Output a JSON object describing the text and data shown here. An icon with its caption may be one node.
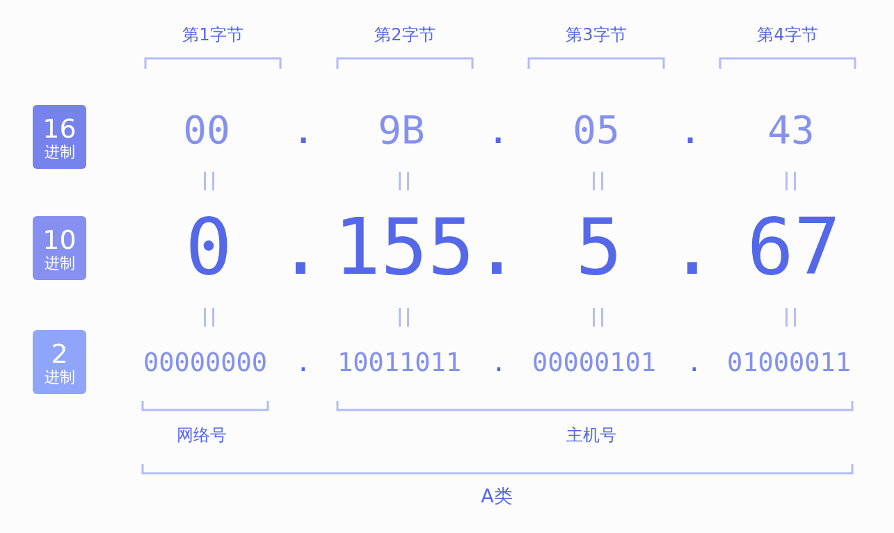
{
  "diagram": {
    "nodes": [
      {
        "text": [
          "16",
          "进制"
        ]
      },
      {
        "text": [
          "10",
          "进制"
        ]
      },
      {
        "text": [
          "2",
          "进制"
        ]
      }
    ],
    "labels": [
      "第1字节",
      "第2字节",
      "第3字节",
      "第4字节",
      "00",
      ".",
      "9B",
      ".",
      "05",
      ".",
      "43",
      "0",
      ".",
      "155",
      ".",
      "5",
      ".",
      "67",
      "00000000",
      ".",
      "10011011",
      ".",
      "00000101",
      ".",
      "01000011",
      "网络号",
      "主机号",
      "A类"
    ]
  }
}
